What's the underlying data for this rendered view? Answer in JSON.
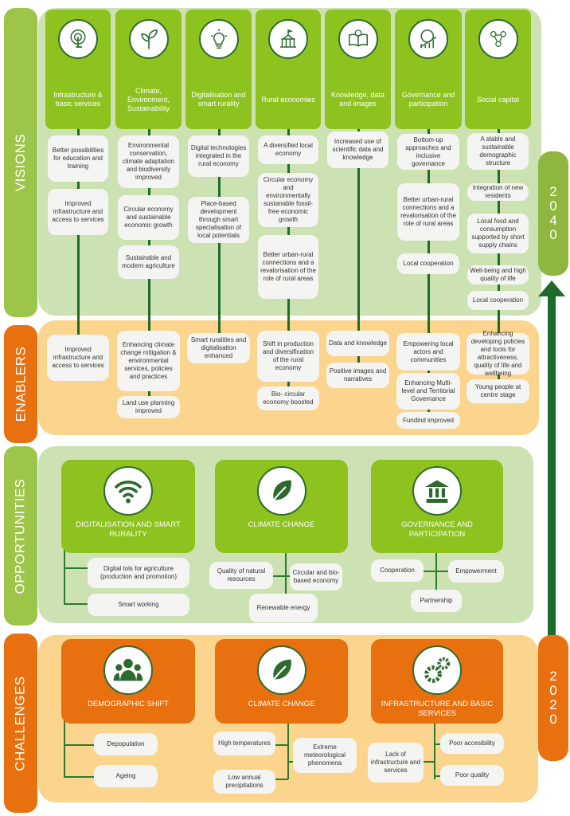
{
  "sections": {
    "visions": "VISIONS",
    "enablers": "ENABLERS",
    "opportunities": "OPPORTUNITIES",
    "challenges": "CHALLENGES"
  },
  "years": {
    "end": "2040",
    "start": "2020"
  },
  "colors": {
    "green": "#8dc21f",
    "dark_green": "#1e6b2c",
    "orange": "#e8700f",
    "light_green_bg": "#cde2b3",
    "light_orange_bg": "#fbd48d"
  },
  "themes": [
    {
      "label": "Infrastructure & basic services",
      "icon": "touch-hand-icon"
    },
    {
      "label": "Climate, Environment, Sustainability",
      "icon": "plant-icon"
    },
    {
      "label": "Digitalisation and smart rurality",
      "icon": "lightbulb-icon"
    },
    {
      "label": "Rural economies",
      "icon": "town-hall-icon"
    },
    {
      "label": "Knowledge, data and images",
      "icon": "open-book-icon"
    },
    {
      "label": "Governance and participation",
      "icon": "globe-chart-icon"
    },
    {
      "label": "Social capital",
      "icon": "network-people-icon"
    }
  ],
  "visions": [
    [
      "Better possibilities for education and training",
      "Improved infrastructure and access to services"
    ],
    [
      "Environmental conservation, climate adaptation and biodiversity improved",
      "Circular economy and sustainable economic growth",
      "Sustainable and modern agriculture"
    ],
    [
      "Digital technologies integrated in the rural economy",
      "Place-based development through smart specialisation of local potentials"
    ],
    [
      "A diversified local economy",
      "Circular economy and environmentally sustanable fossil-free economic growth",
      "Better urban-rural connections and a revalorisation of the role of rural areas"
    ],
    [
      "Increased use of scientific data and knowledge"
    ],
    [
      "Bottom-up approaches and inclusive governance",
      "Better urban-rural connections and a revalorisation of the role of rural areas",
      "Local cooperation"
    ],
    [
      "A stable and sustainable demographic structure",
      "Integration of new residents",
      "Local food and consumption supported by short supply chains",
      "Well-being and high quality of life",
      "Local cooperation"
    ]
  ],
  "enablers": [
    [
      "Improved infrastructure and access to services"
    ],
    [
      "Enhancing climate change mitigation & environmental services, policies and practices",
      "Land use planning improved"
    ],
    [
      "Smart ruralities and digitalisation enhanced"
    ],
    [
      "Shift in production and diversification of the rural economy",
      "Bio- circular economy boosted"
    ],
    [
      "Data and knowledge",
      "Positive images and narratives"
    ],
    [
      "Empowering local actors and communities",
      "Enhancing Multi-level and Territorial Governance",
      "Fundind improved"
    ],
    [
      "Enhancing developing policies and tools for attractiveness, quality of life and wellbeing",
      "Young people at centre stage"
    ]
  ],
  "opportunities": [
    {
      "title": "DIGITALISATION AND SMART RURALITY",
      "icon": "wifi-icon",
      "items": [
        "Digital tols for agriculture (production and promotion)",
        "Smart working"
      ]
    },
    {
      "title": "CLIMATE CHANGE",
      "icon": "leaf-icon",
      "items": [
        "Quality of natural resources",
        "Renewable energy",
        "Circular and bio-based economy"
      ]
    },
    {
      "title": "GOVERNANCE AND PARTICIPATION",
      "icon": "institution-icon",
      "items": [
        "Cooperation",
        "Empowerment",
        "Partnership"
      ]
    }
  ],
  "challenges": [
    {
      "title": "DEMOGRAPHIC SHIFT",
      "icon": "people-group-icon",
      "items": [
        "Depopulation",
        "Ageing"
      ]
    },
    {
      "title": "CLIMATE CHANGE",
      "icon": "leaf-icon",
      "items": [
        "High temperatures",
        "Low annual precipitations",
        "Extreme meteorological phenomena"
      ]
    },
    {
      "title": "INFRASTRUCTURE AND BASIC SERVICES",
      "icon": "gears-icon",
      "items": [
        "Lack of infrastructure and services",
        "Poor accesibility",
        "Poor quality"
      ]
    }
  ]
}
